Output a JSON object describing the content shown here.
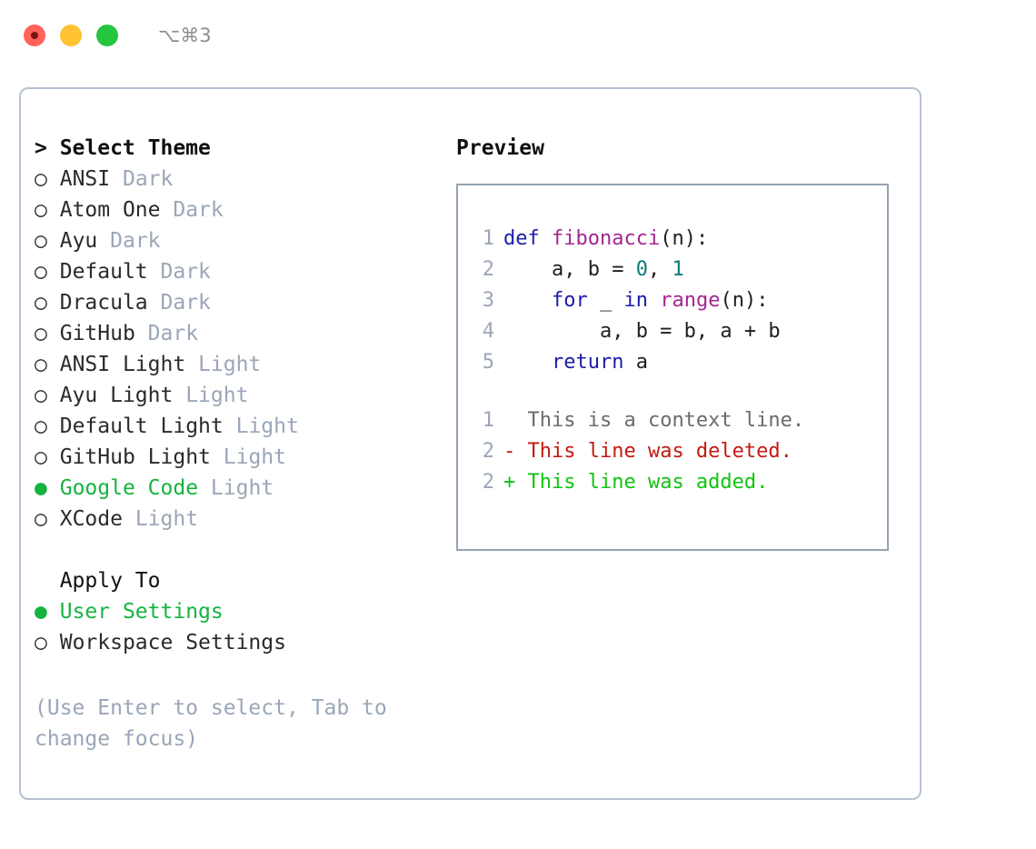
{
  "titlebar": {
    "close_label": "close",
    "minimize_label": "minimize",
    "maximize_label": "maximize",
    "shortcut": "⌥⌘3"
  },
  "theme_panel": {
    "header": "> Select Theme",
    "options": [
      {
        "bullet": "○",
        "label": "ANSI",
        "tag": "Dark",
        "selected": false
      },
      {
        "bullet": "○",
        "label": "Atom One",
        "tag": "Dark",
        "selected": false
      },
      {
        "bullet": "○",
        "label": "Ayu",
        "tag": "Dark",
        "selected": false
      },
      {
        "bullet": "○",
        "label": "Default",
        "tag": "Dark",
        "selected": false
      },
      {
        "bullet": "○",
        "label": "Dracula",
        "tag": "Dark",
        "selected": false
      },
      {
        "bullet": "○",
        "label": "GitHub",
        "tag": "Dark",
        "selected": false
      },
      {
        "bullet": "○",
        "label": "ANSI Light",
        "tag": "Light",
        "selected": false
      },
      {
        "bullet": "○",
        "label": "Ayu Light",
        "tag": "Light",
        "selected": false
      },
      {
        "bullet": "○",
        "label": "Default Light",
        "tag": "Light",
        "selected": false
      },
      {
        "bullet": "○",
        "label": "GitHub Light",
        "tag": "Light",
        "selected": false
      },
      {
        "bullet": "●",
        "label": "Google Code",
        "tag": "Light",
        "selected": true
      },
      {
        "bullet": "○",
        "label": "XCode",
        "tag": "Light",
        "selected": false
      }
    ]
  },
  "apply_panel": {
    "header": "  Apply To",
    "options": [
      {
        "bullet": "●",
        "label": "User Settings",
        "selected": true
      },
      {
        "bullet": "○",
        "label": "Workspace Settings",
        "selected": false
      }
    ]
  },
  "hint": "(Use Enter to select, Tab to change focus)",
  "preview": {
    "title": "Preview",
    "code_lines": [
      {
        "n": "1",
        "tokens": [
          {
            "t": "def ",
            "c": "kw"
          },
          {
            "t": "fibonacci",
            "c": "fn"
          },
          {
            "t": "(n):",
            "c": "pl"
          }
        ]
      },
      {
        "n": "2",
        "tokens": [
          {
            "t": "    a, b = ",
            "c": "pl"
          },
          {
            "t": "0",
            "c": "num"
          },
          {
            "t": ", ",
            "c": "pl"
          },
          {
            "t": "1",
            "c": "num"
          }
        ]
      },
      {
        "n": "3",
        "tokens": [
          {
            "t": "    ",
            "c": "pl"
          },
          {
            "t": "for",
            "c": "kw"
          },
          {
            "t": " _ ",
            "c": "pl"
          },
          {
            "t": "in",
            "c": "kw"
          },
          {
            "t": " ",
            "c": "pl"
          },
          {
            "t": "range",
            "c": "fn"
          },
          {
            "t": "(n):",
            "c": "pl"
          }
        ]
      },
      {
        "n": "4",
        "tokens": [
          {
            "t": "        a, b = b, a + b",
            "c": "pl"
          }
        ]
      },
      {
        "n": "5",
        "tokens": [
          {
            "t": "    ",
            "c": "pl"
          },
          {
            "t": "return",
            "c": "kw"
          },
          {
            "t": " a",
            "c": "pl"
          }
        ]
      }
    ],
    "diff_lines": [
      {
        "n": "1",
        "marker": "  ",
        "text": "This is a context line.",
        "kind": "ctx"
      },
      {
        "n": "2",
        "marker": "- ",
        "text": "This line was deleted.",
        "kind": "del"
      },
      {
        "n": "2",
        "marker": "+ ",
        "text": "This line was added.",
        "kind": "add"
      }
    ]
  },
  "colors": {
    "accent_green": "#15b341",
    "muted": "#9aa6b8",
    "border": "#b6c0d0",
    "preview_border": "#96a2b4",
    "keyword": "#1c1ca8",
    "function": "#a4268f",
    "number": "#0d7a7a",
    "diff_delete": "#c21a12",
    "diff_add": "#10c410"
  }
}
